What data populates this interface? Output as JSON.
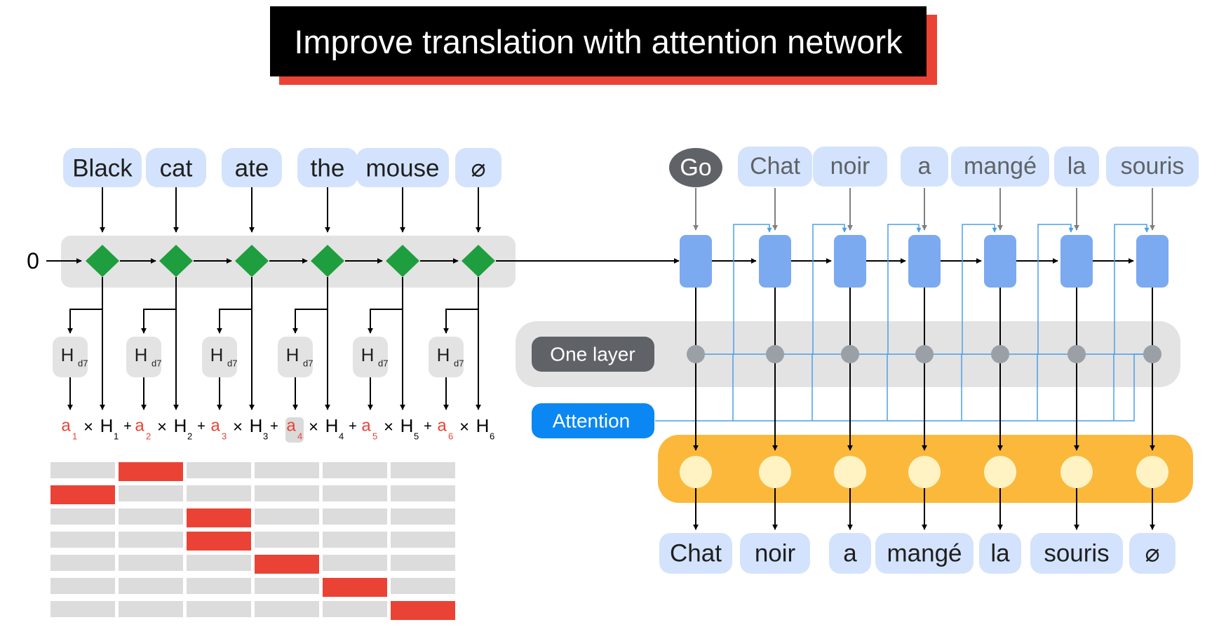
{
  "title": "Improve translation with attention network",
  "encoder": {
    "initial_state": "0",
    "input_words": [
      "Black",
      "cat",
      "ate",
      "the",
      "mouse",
      "⌀"
    ],
    "hidden_label": "H",
    "hidden_subscript": "d7",
    "formula_terms": [
      {
        "a": "a",
        "a_sub": "1",
        "h": "H",
        "h_sub": "1"
      },
      {
        "a": "a",
        "a_sub": "2",
        "h": "H",
        "h_sub": "2"
      },
      {
        "a": "a",
        "a_sub": "3",
        "h": "H",
        "h_sub": "3"
      },
      {
        "a": "a",
        "a_sub": "4",
        "h": "H",
        "h_sub": "4"
      },
      {
        "a": "a",
        "a_sub": "5",
        "h": "H",
        "h_sub": "5"
      },
      {
        "a": "a",
        "a_sub": "6",
        "h": "H",
        "h_sub": "6"
      }
    ],
    "times": "×",
    "plus": "+"
  },
  "decoder": {
    "go_token": "Go",
    "input_words": [
      "Chat",
      "noir",
      "a",
      "mangé",
      "la",
      "souris"
    ],
    "output_words": [
      "Chat",
      "noir",
      "a",
      "mangé",
      "la",
      "souris",
      "⌀"
    ],
    "one_layer_label": "One layer",
    "attention_label": "Attention"
  },
  "attention_matrix": {
    "rows": 7,
    "cols": 6,
    "highlighted_col_per_row": [
      1,
      0,
      2,
      2,
      3,
      4,
      5
    ]
  },
  "colors": {
    "red": "#ea4335",
    "green": "#1e9e3e",
    "blue_cell": "#7baaf0",
    "blue_wire": "#4a9fe8",
    "chip_bg": "#d3e3fd",
    "gray_band": "#e3e3e3",
    "orange": "#fbb83b",
    "node_fill": "#fff3c4",
    "dark_chip": "#5f6368",
    "attention_blue": "#0b87f3"
  }
}
